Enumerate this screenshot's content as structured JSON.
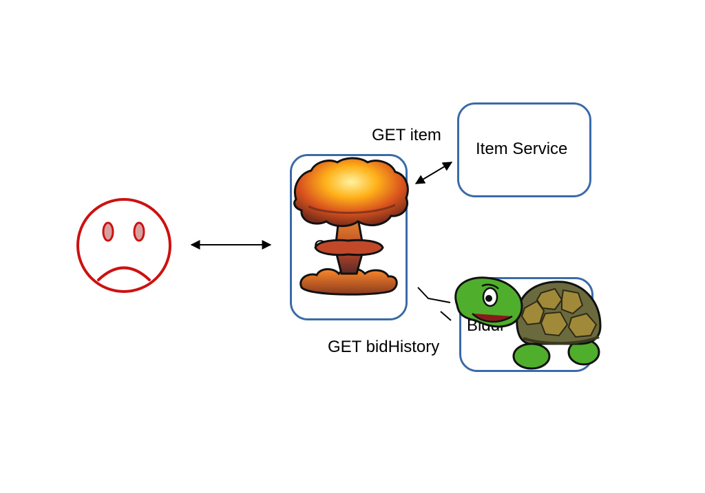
{
  "nodes": {
    "gateway_partial_label": "G       y",
    "item_service": "Item Service",
    "bidding_partial_label": "Biddi"
  },
  "edges": {
    "get_item": "GET item",
    "get_bid_history": "GET bidHistory"
  },
  "icons": {
    "user": "sad-face",
    "gateway_overlay": "mushroom-cloud-explosion",
    "bidding_overlay": "turtle"
  },
  "colors": {
    "box_border": "#3b6aa8",
    "sad_face": "#cc1111",
    "arrow": "#000000"
  }
}
